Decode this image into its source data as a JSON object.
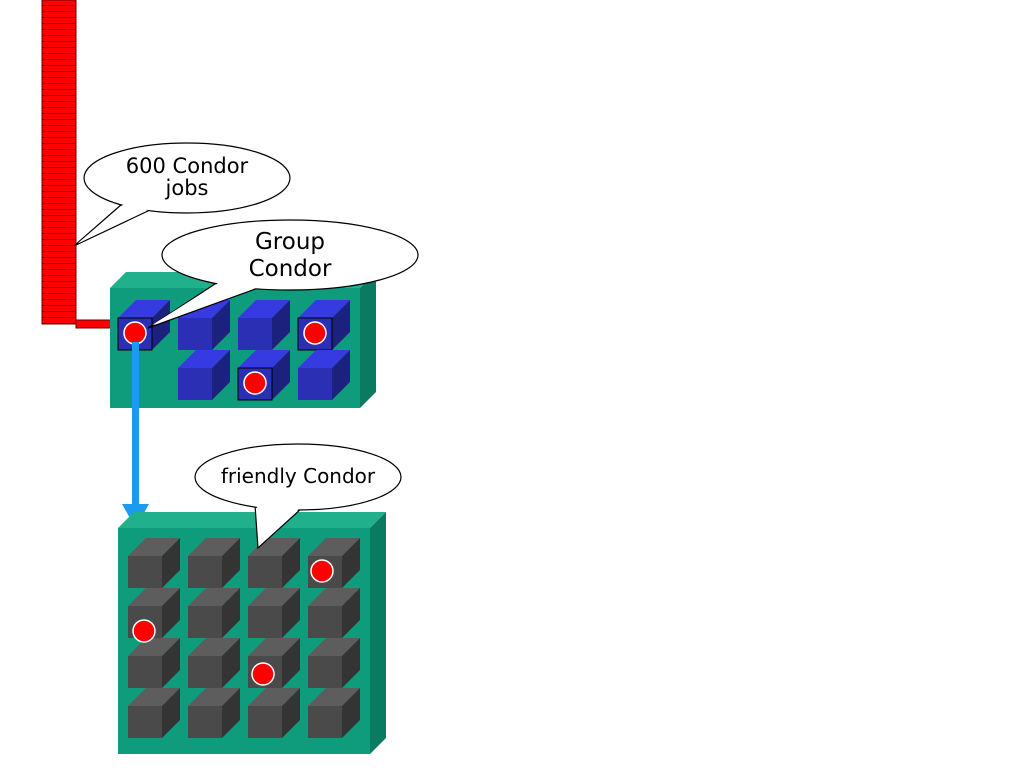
{
  "callouts": {
    "queue": {
      "line1": "600 Condor",
      "line2": "jobs"
    },
    "group": {
      "line1": "Group",
      "line2": "Condor"
    },
    "friendly": {
      "line1": "friendly Condor"
    }
  },
  "queue": {
    "job_count": 600
  },
  "group_pool": {
    "running_jobs": 3
  },
  "friendly_pool": {
    "running_jobs": 3
  },
  "colors": {
    "queue": "#ff0000",
    "pool_base": "#0f9c7c",
    "group_node": "#2a2fb4",
    "friendly_node": "#4a4a4a",
    "job_dot": "#ff0000",
    "arrow": "#1a9af0"
  }
}
